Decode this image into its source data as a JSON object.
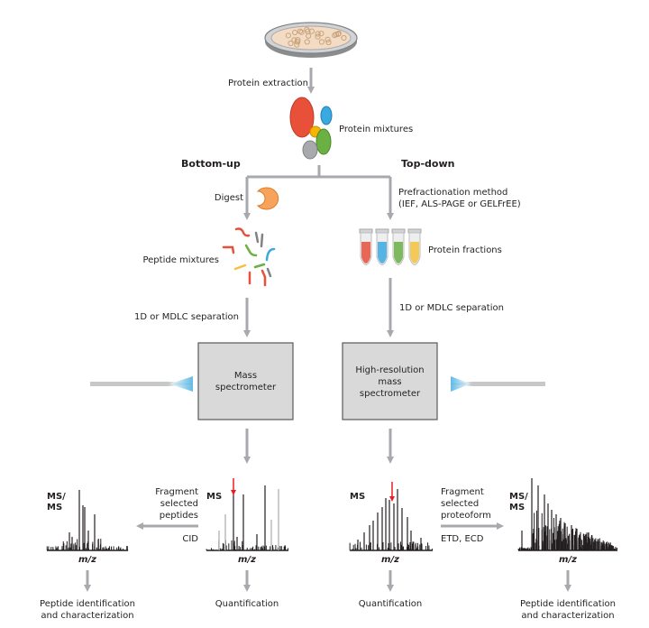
{
  "labels": {
    "protein_extraction": "Protein extraction",
    "protein_mixtures": "Protein mixtures",
    "bottom_up": "Bottom-up",
    "top_down": "Top-down",
    "digest": "Digest",
    "prefractionation_line1": "Prefractionation method",
    "prefractionation_line2": "(IEF, ALS-PAGE or GELFrEE)",
    "peptide_mixtures": "Peptide mixtures",
    "protein_fractions": "Protein fractions",
    "separation_left": "1D or MDLC separation",
    "separation_right": "1D or MDLC separation",
    "ms_left_line1": "Mass",
    "ms_left_line2": "spectrometer",
    "ms_right_line1": "High-resolution",
    "ms_right_line2": "mass",
    "ms_right_line3": "spectrometer",
    "fragment_left_1": "Fragment",
    "fragment_left_2": "selected",
    "fragment_left_3": "peptides",
    "cid": "CID",
    "fragment_right_1": "Fragment",
    "fragment_right_2": "selected",
    "fragment_right_3": "proteoform",
    "etd_ecd": "ETD, ECD",
    "ms": "MS",
    "msms_1": "MS/",
    "msms_2": "MS",
    "mz": "m/z",
    "peptide_id_1": "Peptide identification",
    "peptide_id_2": "and characterization",
    "quantification": "Quantification"
  },
  "colors": {
    "arrow": "#a7a9ac",
    "box": "#d9d9d9",
    "red": "#e8503a",
    "blue": "#39a9e0",
    "green": "#6ab043",
    "yellow": "#f3c23c",
    "orange": "#f7a35c",
    "gray": "#a7a9ac",
    "select_arrow": "#ed1c24"
  }
}
